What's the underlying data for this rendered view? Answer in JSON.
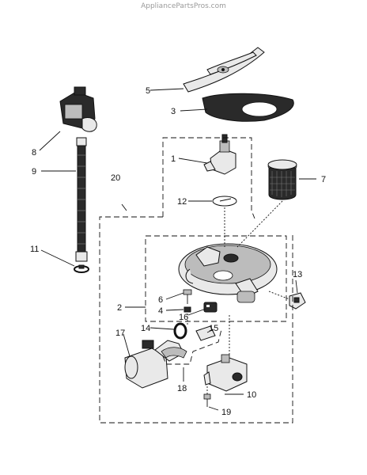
{
  "watermark": "AppliancePartsPros.com",
  "callouts": {
    "c1": "1",
    "c2": "2",
    "c3": "3",
    "c4": "4",
    "c5": "5",
    "c6": "6",
    "c7": "7",
    "c8": "8",
    "c9": "9",
    "c10": "10",
    "c11": "11",
    "c12": "12",
    "c13": "13",
    "c14": "14",
    "c15": "15",
    "c16": "16",
    "c17": "17",
    "c18": "18",
    "c19": "19",
    "c20": "20"
  },
  "colors": {
    "ink": "#111111",
    "part_fill": "#e9e9e9",
    "dark_part": "#2a2a2a",
    "watermark": "#9a9a9a"
  }
}
